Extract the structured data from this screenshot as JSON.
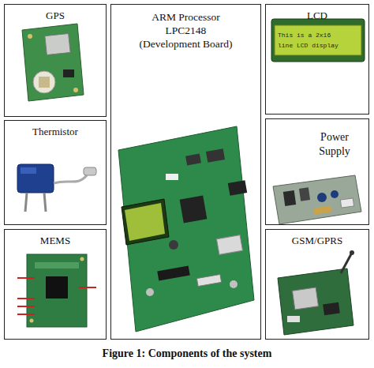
{
  "diagram": {
    "caption": "Figure 1: Components of the system",
    "nodes": [
      {
        "text": [
          "GPS"
        ]
      },
      {
        "text": [
          "ARM Processor LPC2148 (Development Board)"
        ]
      },
      {
        "text": [
          "LCD"
        ]
      },
      {
        "text": [
          "Thermistor"
        ]
      },
      {
        "text": [
          "Power Supply"
        ]
      },
      {
        "text": [
          "MEMS"
        ]
      },
      {
        "text": [
          "GSM/GPRS"
        ]
      }
    ],
    "labels": [
      "This is a 2x16",
      "line LCD display"
    ]
  }
}
